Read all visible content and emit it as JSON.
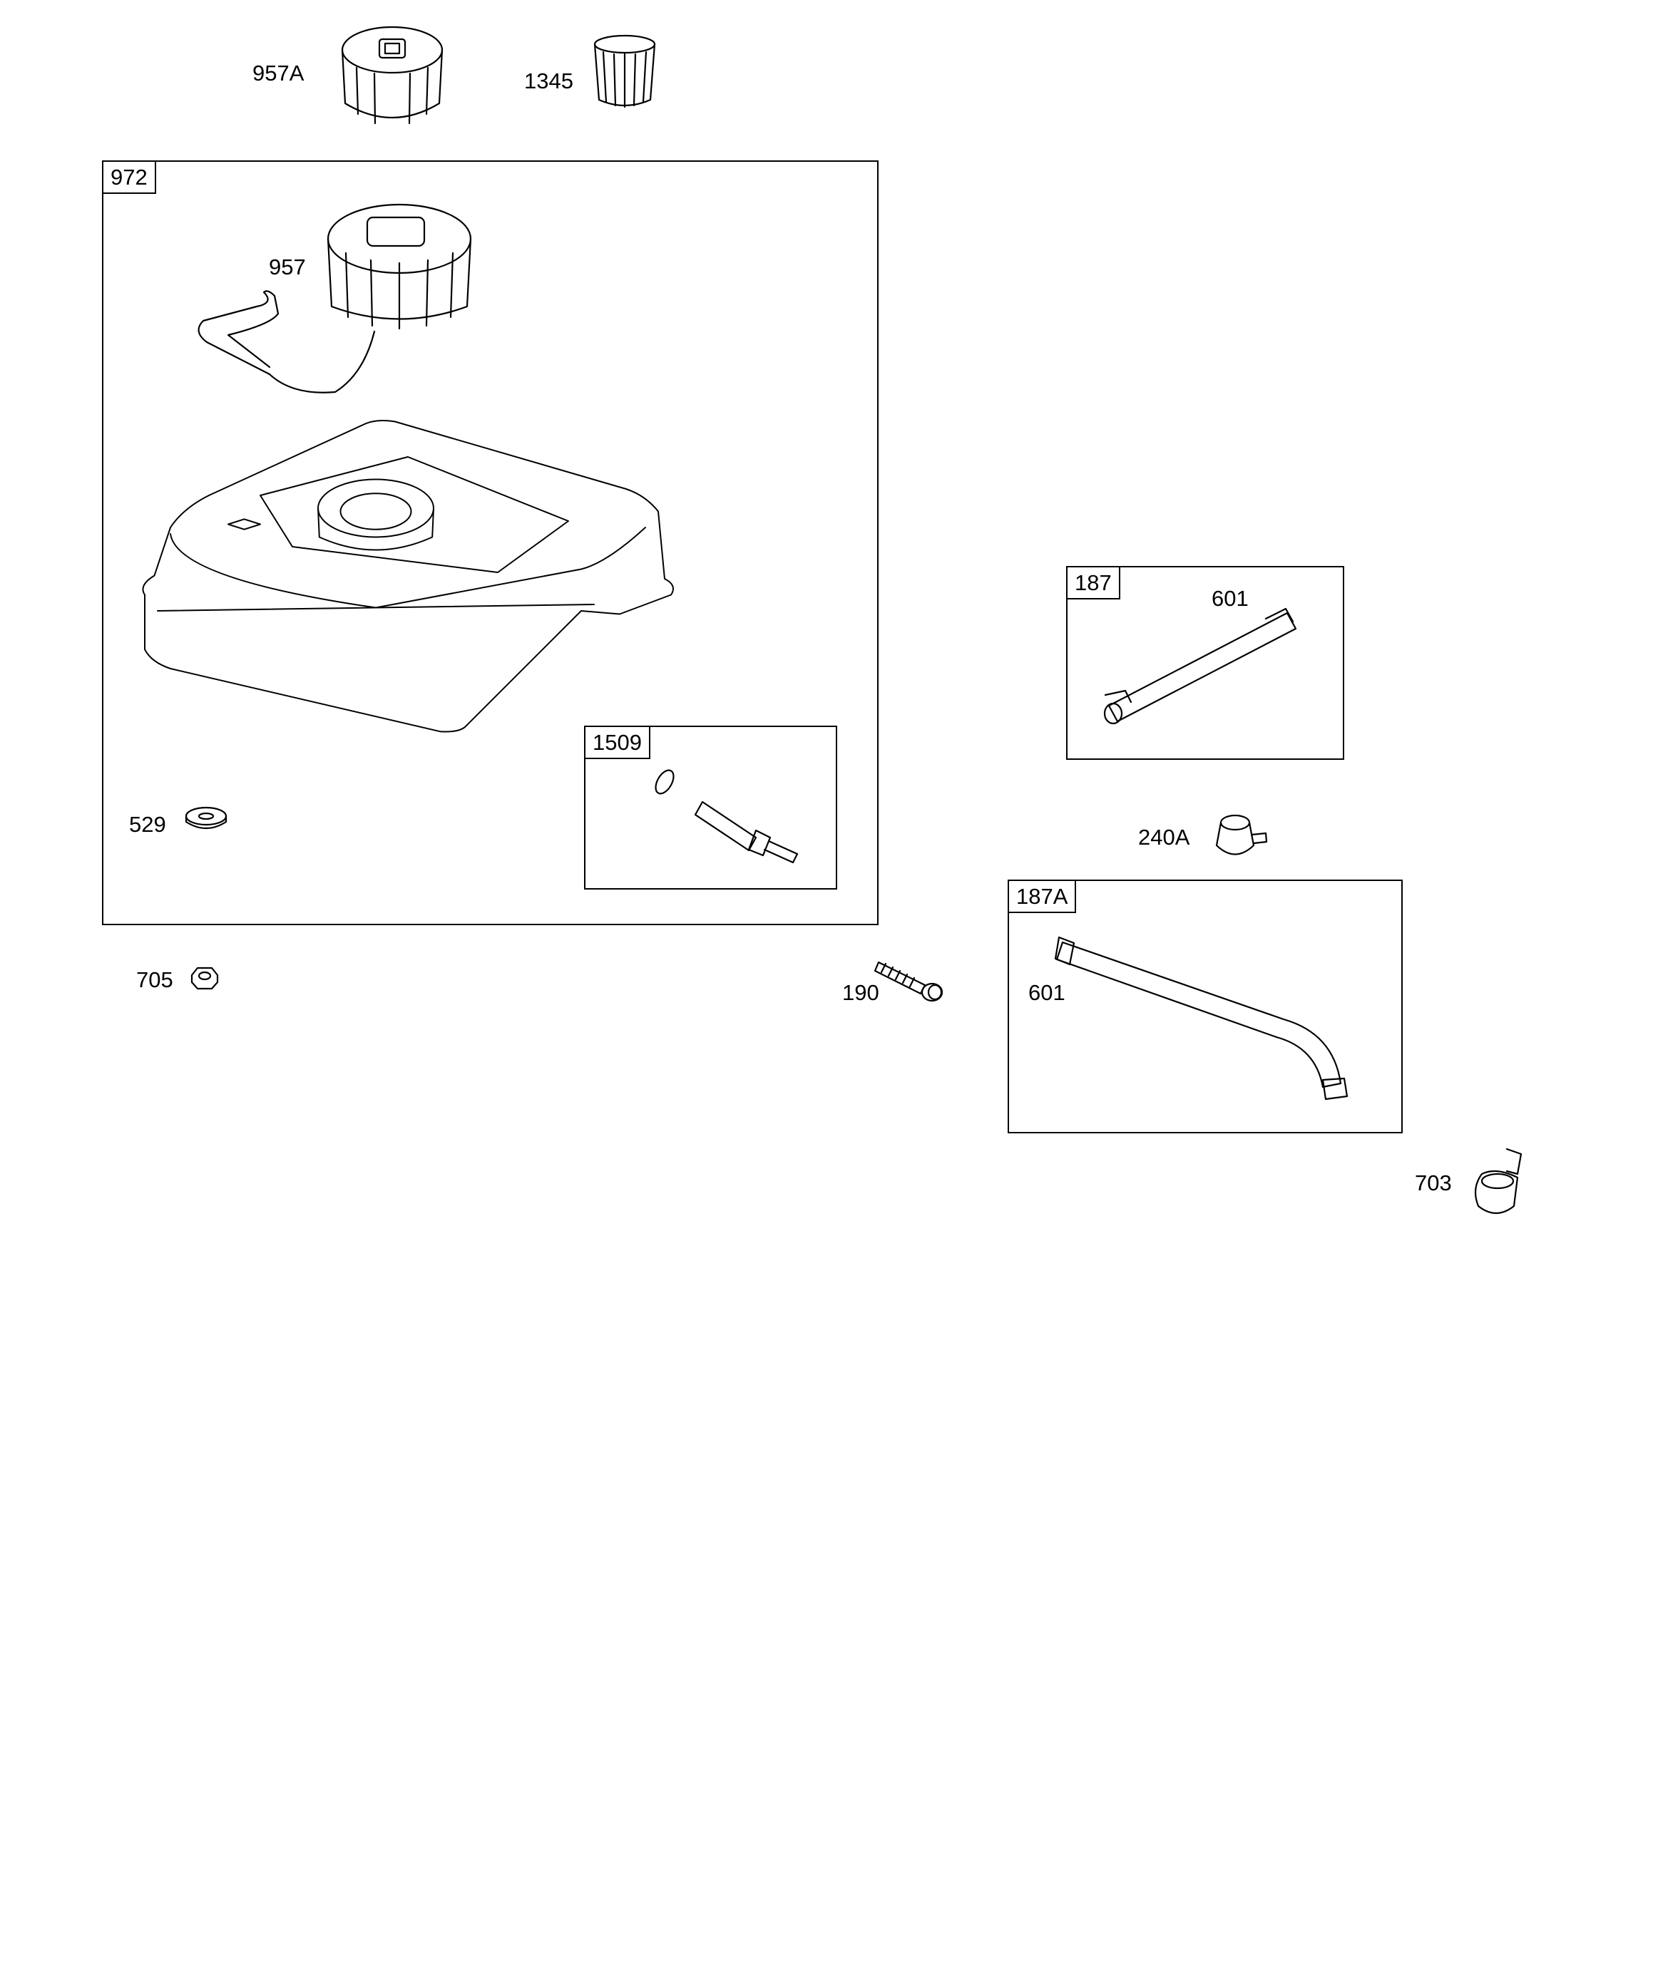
{
  "callouts": {
    "cap_957A": "957A",
    "filter_1345": "1345",
    "cap_957": "957",
    "washer_529": "529",
    "nut_705": "705",
    "bolt_190": "190",
    "hose_601_a": "601",
    "valve_240A": "240A",
    "hose_601_b": "601",
    "clip_703": "703"
  },
  "kits": {
    "tank_kit": "972",
    "valve_kit": "1509",
    "hose_kit": "187",
    "hose_kit_a": "187A"
  }
}
